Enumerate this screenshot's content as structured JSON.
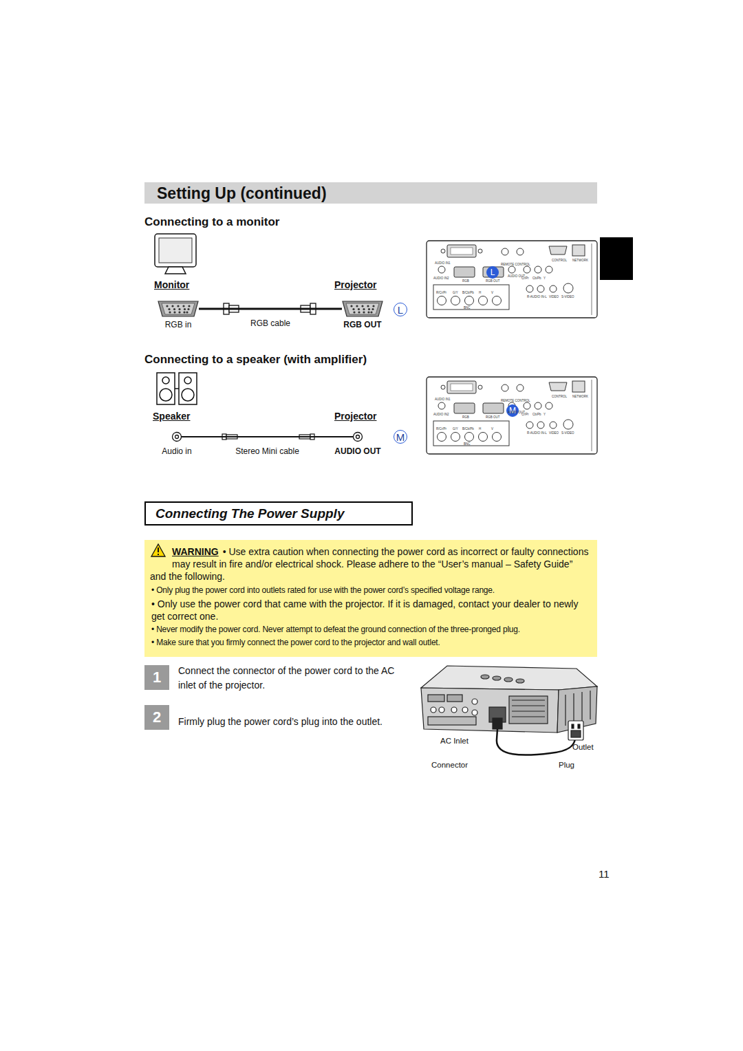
{
  "diagram": {
    "title": "Setting Up (continued)",
    "nodes": [
      {
        "text": [
          "RGB in"
        ]
      },
      {
        "text": [
          "RGB OUT"
        ]
      },
      {
        "text": [
          "L"
        ]
      },
      {
        "text": [
          "L"
        ]
      },
      {
        "text": [
          "Audio in"
        ]
      },
      {
        "text": [
          "AUDIO OUT"
        ]
      },
      {
        "text": [
          "M"
        ]
      },
      {
        "text": [
          "M"
        ]
      },
      {
        "text": [
          "Connecting The Power Supply"
        ]
      },
      {
        "text": [
          "WARNING",
          "• Use extra caution when connecting the power cord as incorrect or faulty connections may result in fire and/or electrical shock. Please adhere to the “User’s manual – Safety Guide” and the following.",
          "• Only plug the power cord into outlets rated for use with the power cord’s specified voltage range.",
          "• Only use the power cord that came with the projector. If it is damaged, contact your dealer to newly get correct one.",
          "• Never modify the power cord. Never attempt to defeat the ground connection of the three-pronged plug.",
          "• Make sure that you firmly connect the power cord to the projector and wall outlet."
        ]
      },
      {
        "text": [
          "1"
        ]
      },
      {
        "text": [
          "2"
        ]
      }
    ],
    "edges": [
      {
        "from": 0,
        "to": 1,
        "label": "RGB cable",
        "arrow": "none"
      },
      {
        "from": 4,
        "to": 5,
        "label": "Stereo Mini cable",
        "arrow": "none"
      }
    ],
    "labels": [
      "Connecting to a monitor",
      "Monitor",
      "Projector",
      "Connecting to a speaker (with amplifier)",
      "Speaker",
      "Projector",
      "Connect the connector of the power cord to the AC inlet of the projector.",
      "Firmly plug the power cord’s plug into the outlet.",
      "AC Inlet",
      "Outlet",
      "Connector",
      "Plug",
      "11",
      "AUDIO IN1",
      "AUDIO IN2",
      "RGB",
      "RGB OUT",
      "REMOTE CONTROL",
      "AUDIO OUT",
      "CONTROL",
      "NETWORK",
      "R/Cr/Pr",
      "G/Y",
      "B/Cb/Pb",
      "H",
      "V",
      "BNC",
      "Y",
      "Cb/Pb",
      "Cr/Pr",
      "R-AUDIO IN-L",
      "VIDEO",
      "S-VIDEO",
      "AUDIO IN1",
      "AUDIO IN2",
      "RGB",
      "RGB OUT",
      "REMOTE CONTROL",
      "AUDIO OUT",
      "CONTROL",
      "NETWORK",
      "R/Cr/Pr",
      "G/Y",
      "B/Cb/Pb",
      "H",
      "V",
      "BNC",
      "Y",
      "Cb/Pb",
      "Cr/Pr",
      "R-AUDIO IN-L",
      "VIDEO",
      "S-VIDEO"
    ]
  }
}
